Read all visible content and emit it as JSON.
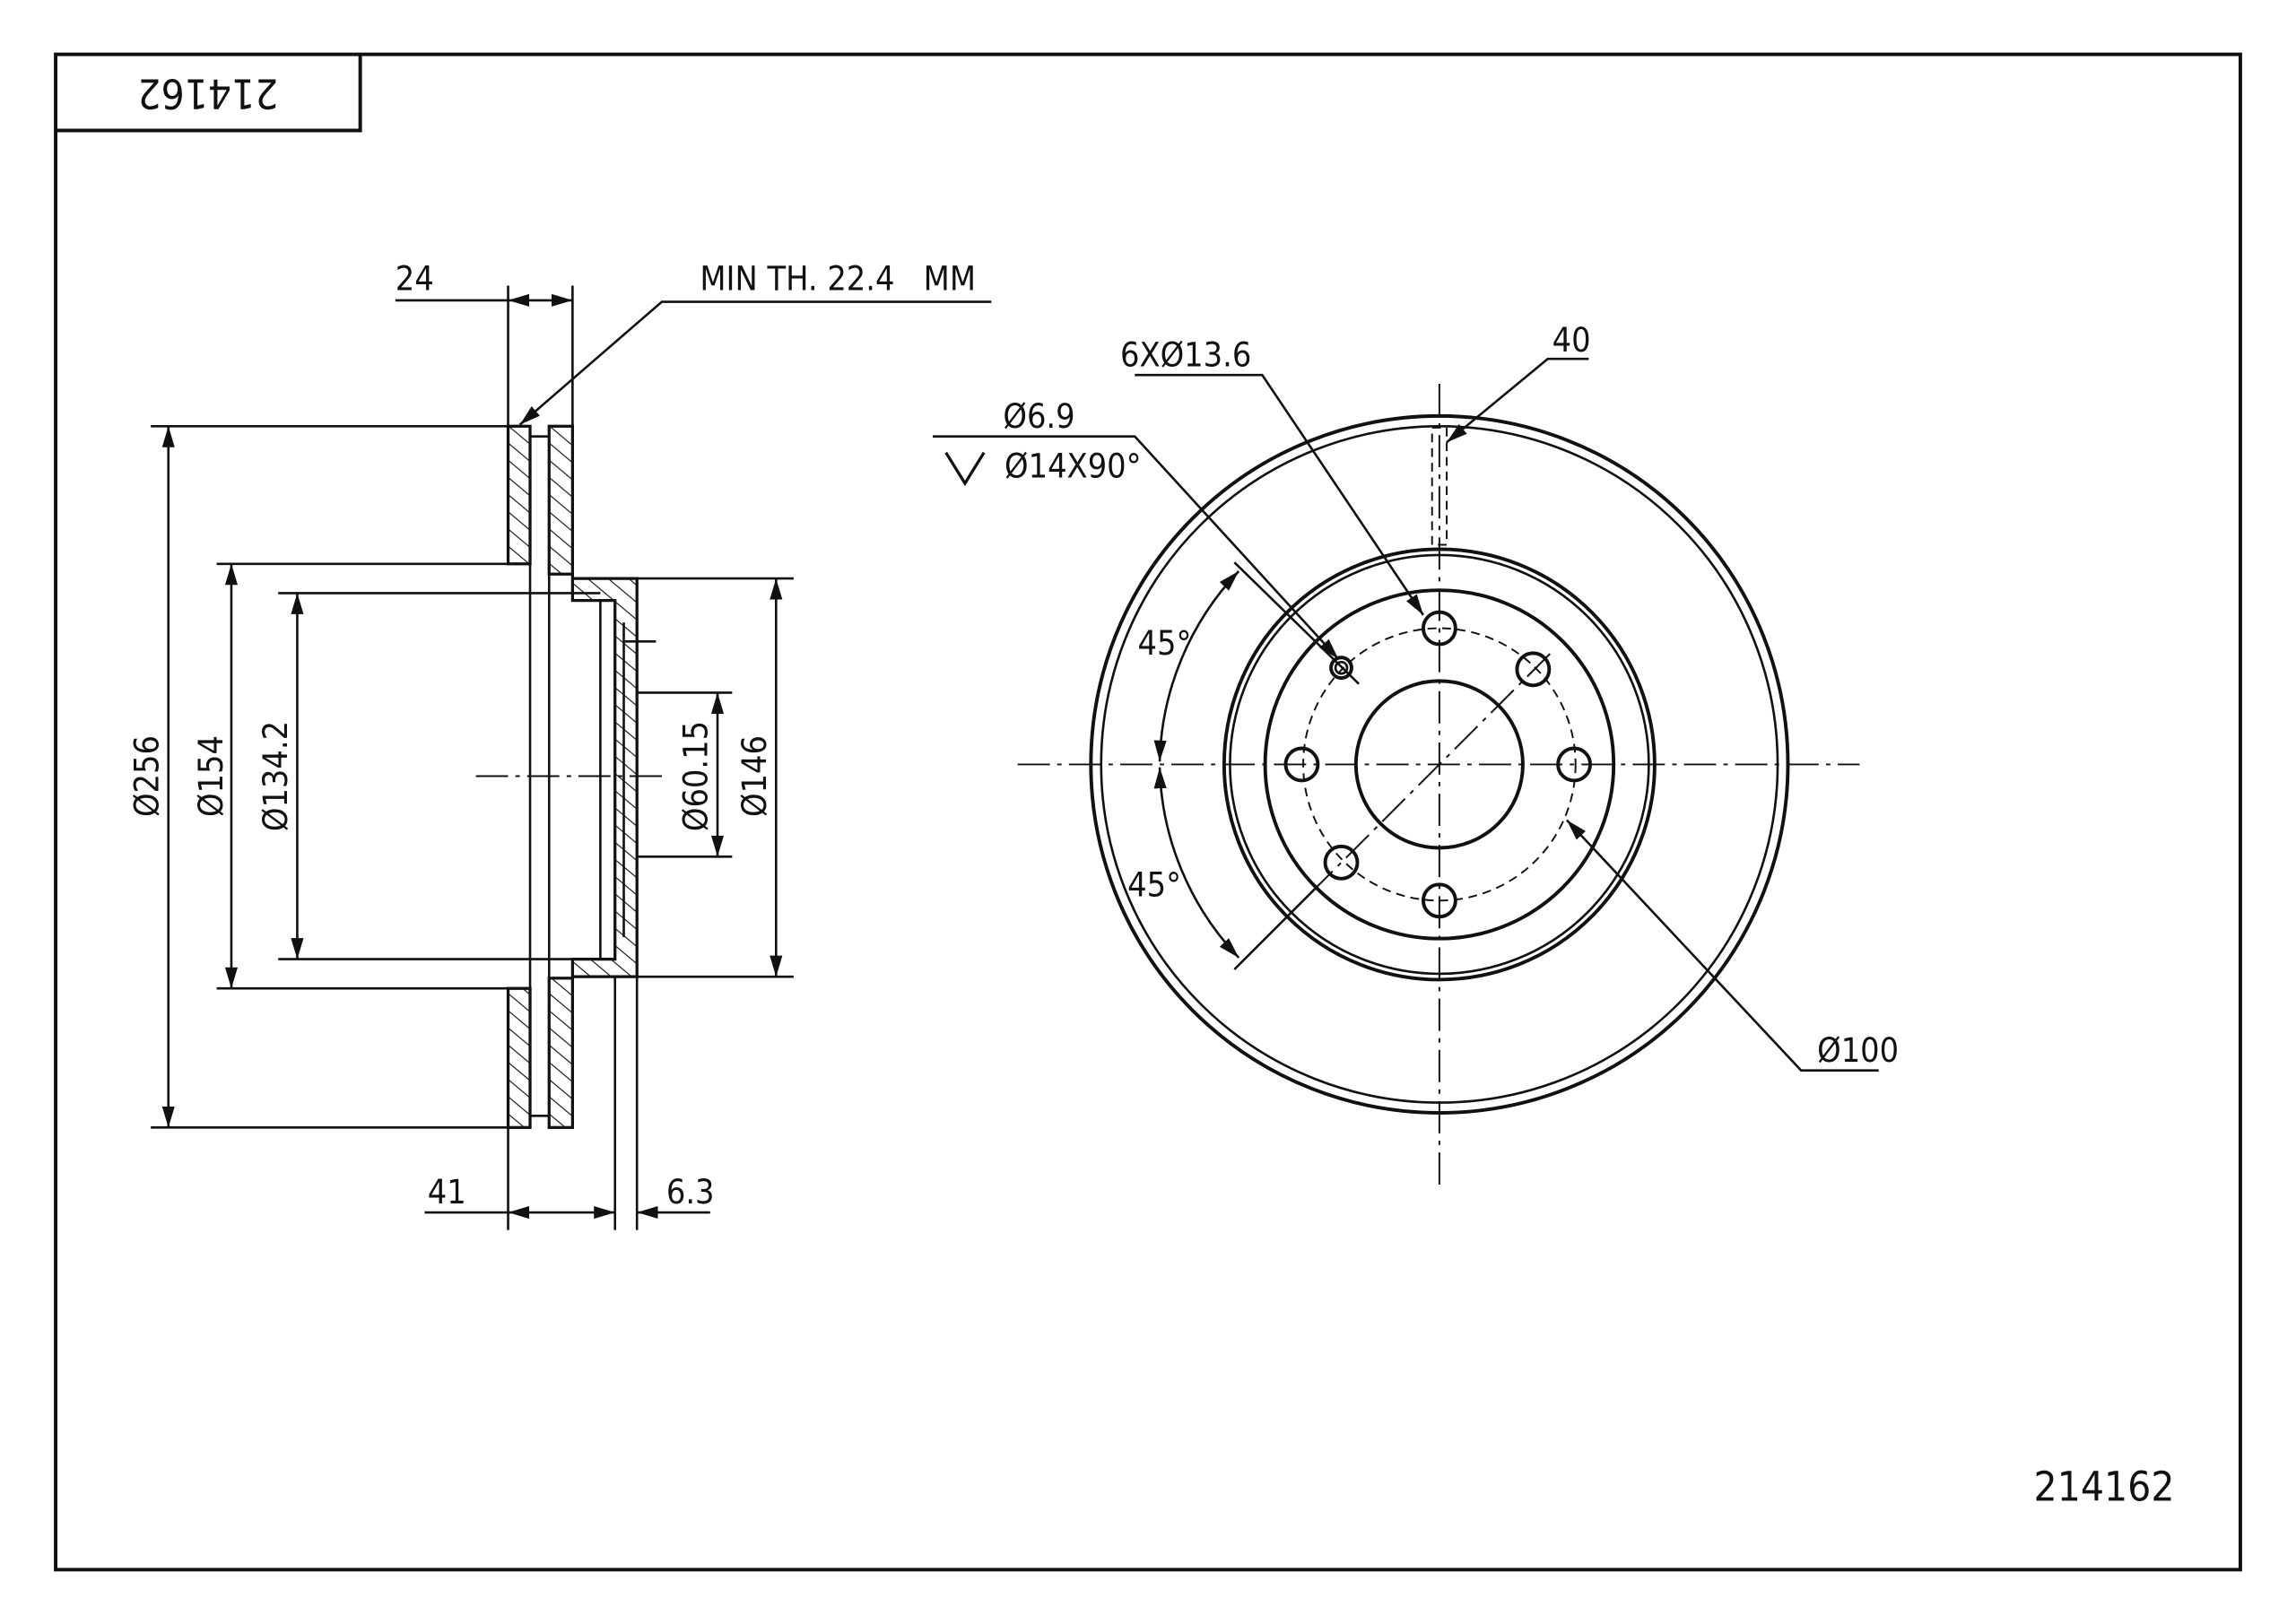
{
  "title_block": {
    "part_number_rotated": "214162",
    "part_number": "214162"
  },
  "section_view": {
    "width_label": "24",
    "min_thickness_label": "MIN TH. 22.4   MM",
    "outer_diameter_label": "Ø256",
    "d154_label": "Ø154",
    "d134_label": "Ø134.2",
    "center_bore_label": "Ø60.15",
    "hub_diameter_label": "Ø146",
    "offset_label": "41",
    "hub_thickness_label": "6.3"
  },
  "front_view": {
    "bolt_holes_label": "6XØ13.6",
    "small_hole_label": "Ø6.9",
    "countersink_label": "Ø14X90°",
    "slot_label": "40",
    "angle_top_label": "45°",
    "angle_bottom_label": "45°",
    "pcd_label": "Ø100"
  }
}
